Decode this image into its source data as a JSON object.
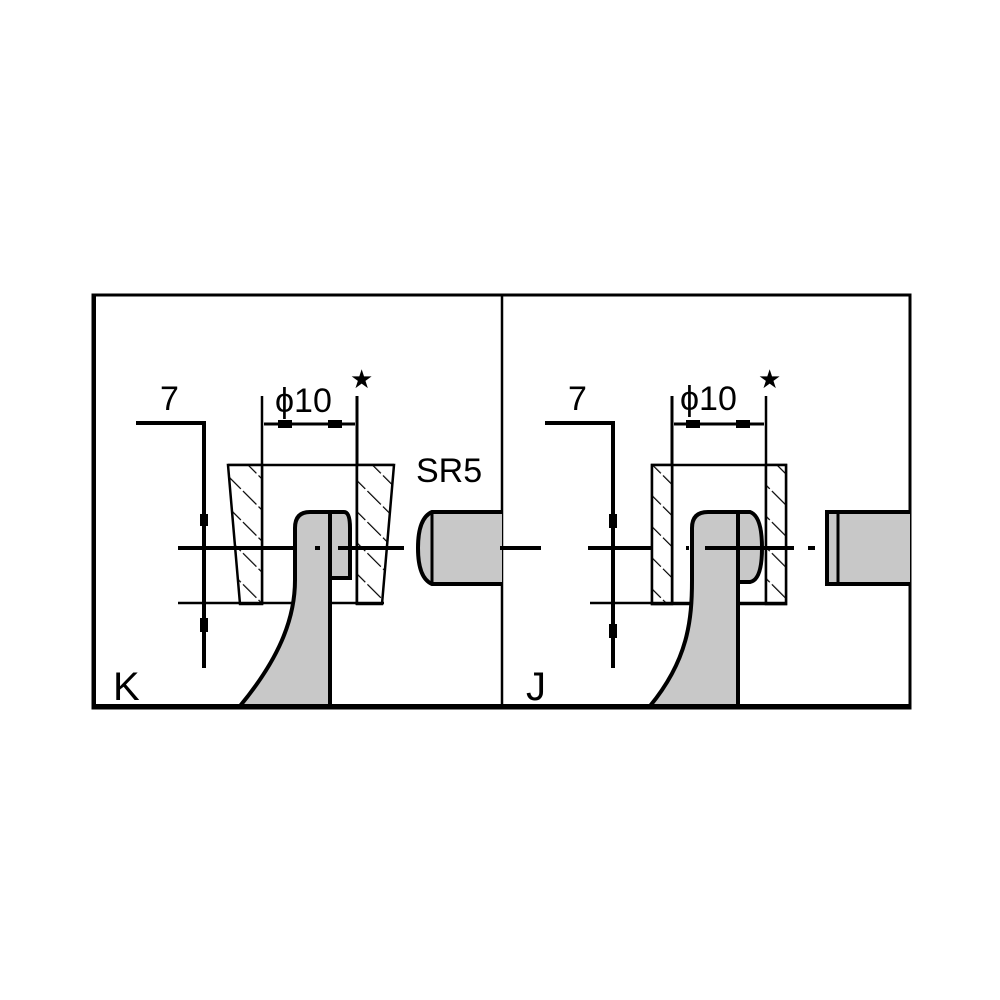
{
  "colors": {
    "background": "#ffffff",
    "line": "#000000",
    "part_fill": "#c8c8c8"
  },
  "panels": [
    {
      "id": "K",
      "letter": "K",
      "dimension_offset": "7",
      "dimension_diameter": "ϕ10",
      "diameter_note_marker": "★",
      "sphere_radius_label": "SR5",
      "anvil_tip": "spherical",
      "holder_shape": "tapered"
    },
    {
      "id": "J",
      "letter": "J",
      "dimension_offset": "7",
      "dimension_diameter": "ϕ10",
      "diameter_note_marker": "★",
      "anvil_tip": "flat",
      "holder_shape": "cylindrical"
    }
  ]
}
